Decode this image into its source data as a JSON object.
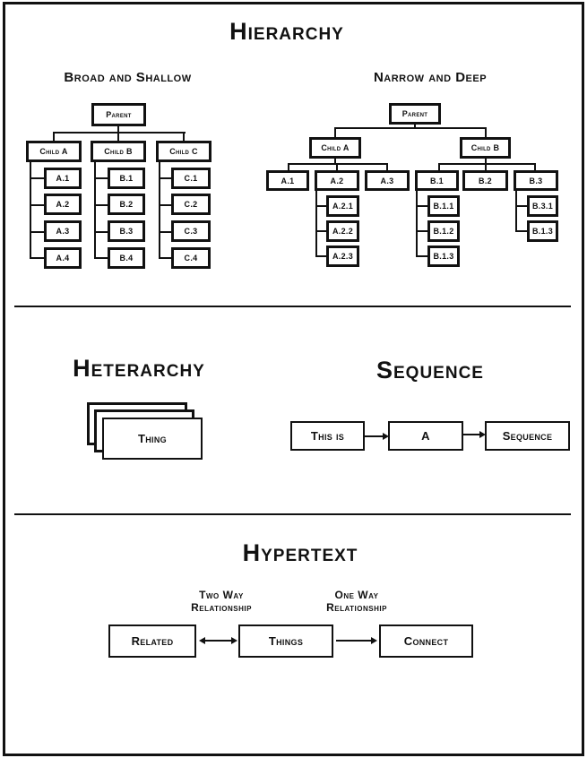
{
  "hierarchy": {
    "title": "Hierarchy",
    "broad": {
      "title": "Broad and Shallow",
      "parent": "Parent",
      "children": [
        {
          "label": "Child A",
          "items": [
            "A.1",
            "A.2",
            "A.3",
            "A.4"
          ]
        },
        {
          "label": "Child B",
          "items": [
            "B.1",
            "B.2",
            "B.3",
            "B.4"
          ]
        },
        {
          "label": "Child C",
          "items": [
            "C.1",
            "C.2",
            "C.3",
            "C.4"
          ]
        }
      ]
    },
    "narrow": {
      "title": "Narrow and Deep",
      "parent": "Parent",
      "child_a": {
        "label": "Child A",
        "items": [
          "A.1",
          "A.2",
          "A.3"
        ],
        "a2_items": [
          "A.2.1",
          "A.2.2",
          "A.2.3"
        ]
      },
      "child_b": {
        "label": "Child B",
        "items": [
          "B.1",
          "B.2",
          "B.3"
        ],
        "b1_items": [
          "B.1.1",
          "B.1.2",
          "B.1.3"
        ],
        "b3_items": [
          "B.3.1",
          "B.1.3"
        ]
      }
    }
  },
  "heterarchy": {
    "title": "Heterarchy",
    "thing": "Thing"
  },
  "sequence": {
    "title": "Sequence",
    "steps": [
      "This is",
      "A",
      "Sequence"
    ]
  },
  "hypertext": {
    "title": "Hypertext",
    "two_way": [
      "Two Way",
      "Relationship"
    ],
    "one_way": [
      "One Way",
      "Relationship"
    ],
    "nodes": [
      "Related",
      "Things",
      "Connect"
    ]
  }
}
